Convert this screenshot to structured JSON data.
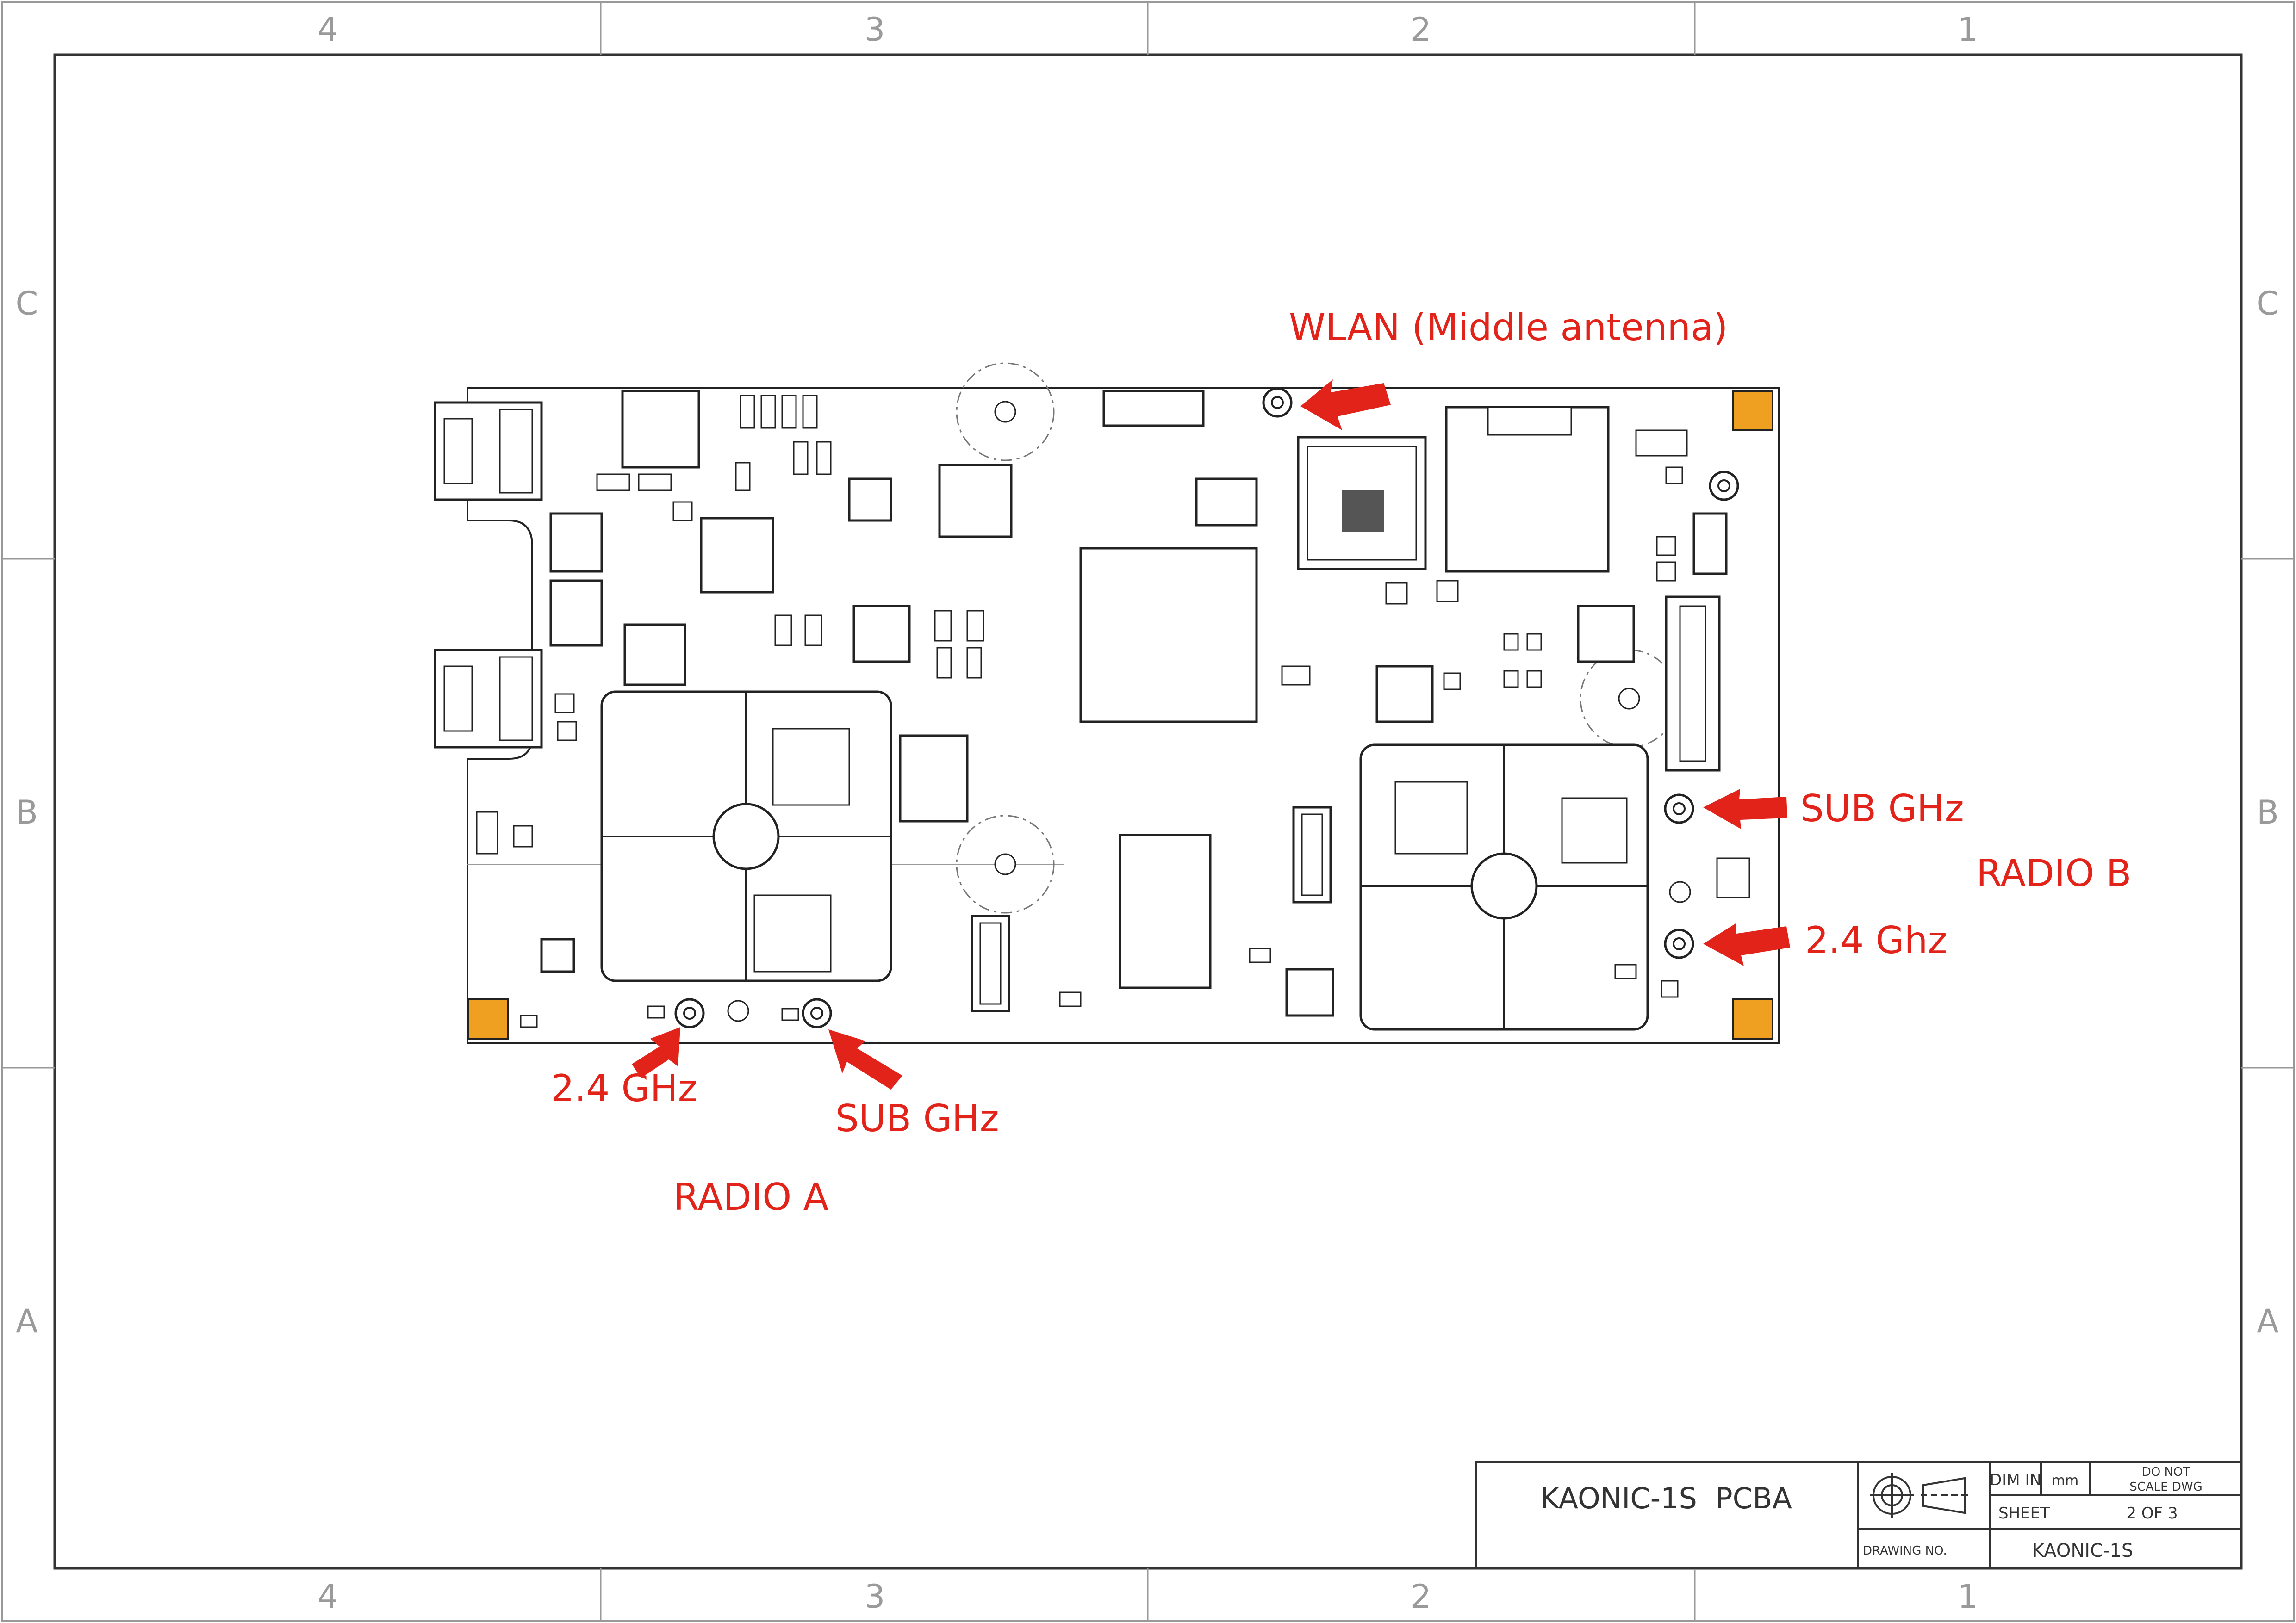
{
  "zones": {
    "columns": [
      "4",
      "3",
      "2",
      "1"
    ],
    "rows": [
      "C",
      "B",
      "A"
    ]
  },
  "callouts": {
    "wlan": "WLAN (Middle antenna)",
    "radio_b_sub": "SUB GHz",
    "radio_b_label": "RADIO B",
    "radio_b_24": "2.4 Ghz",
    "radio_a_24": "2.4 GHz",
    "radio_a_sub": "SUB GHz",
    "radio_a_label": "RADIO A"
  },
  "title_block": {
    "title": "KAONIC-1S  PCBA",
    "dim_in_label": "DIM IN",
    "dim_unit": "mm",
    "do_not_scale_1": "DO NOT",
    "do_not_scale_2": "SCALE DWG",
    "sheet_label": "SHEET",
    "sheet_value": "2 OF 3",
    "drawing_no_label": "DRAWING NO.",
    "drawing_no_value": "KAONIC-1S"
  },
  "colors": {
    "callout": "#e2231a",
    "zone_label": "#9a9a9a",
    "corner_pad": "#f0a020"
  }
}
